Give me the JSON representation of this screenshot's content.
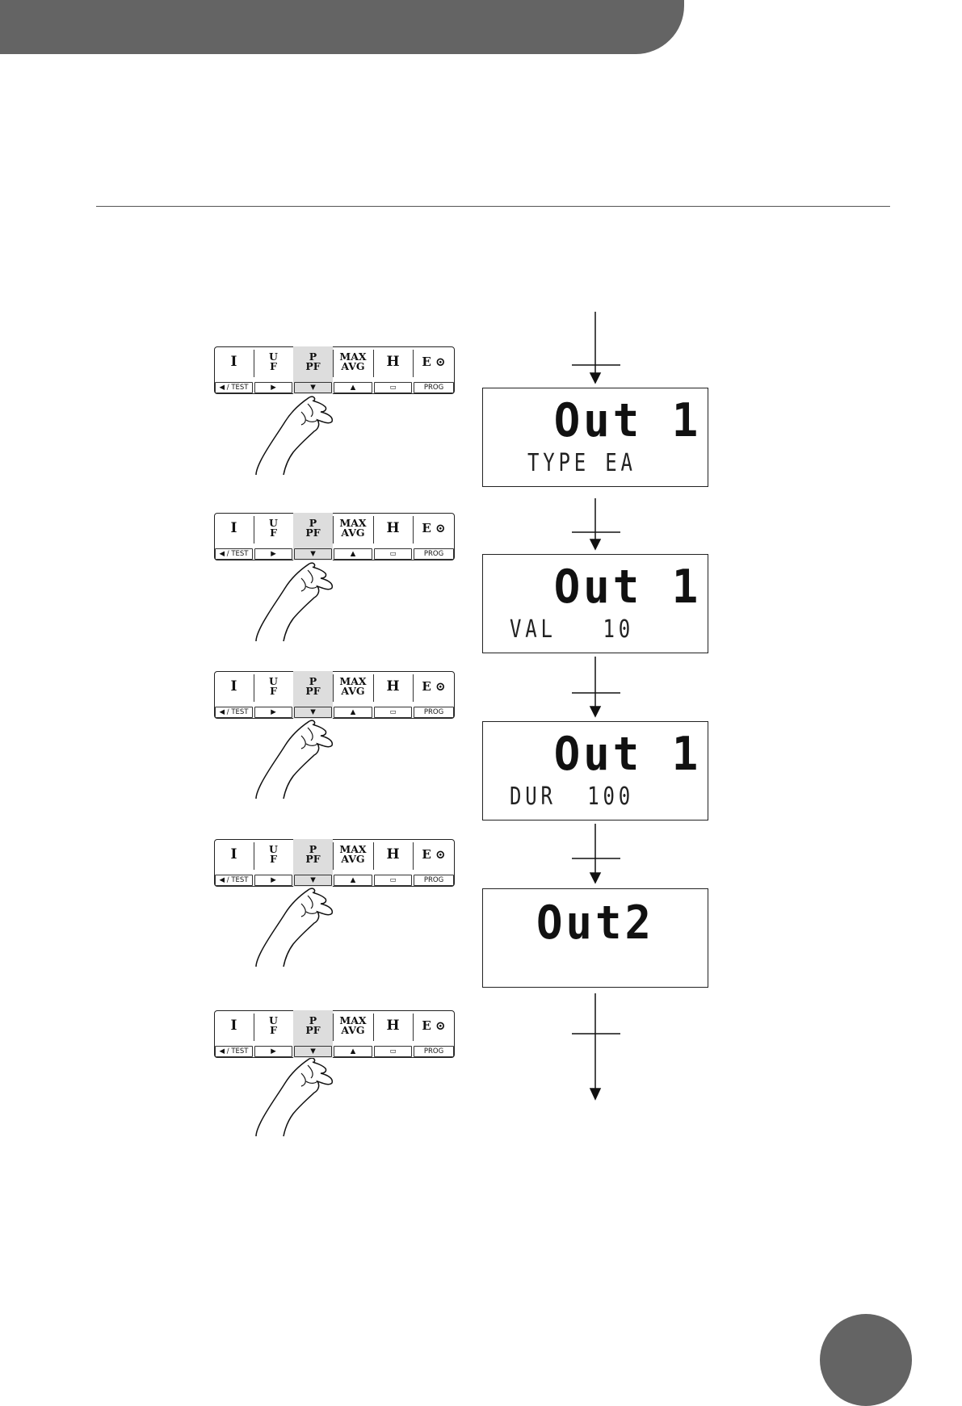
{
  "keypad": {
    "keys": [
      {
        "main": "I",
        "sub": "◀ / TEST"
      },
      {
        "main_top": "U",
        "main_bottom": "F",
        "sub": "▶"
      },
      {
        "main_top": "P",
        "main_bottom": "PF",
        "sub": "▼"
      },
      {
        "main_top": "MAX",
        "main_bottom": "AVG",
        "sub": "▲"
      },
      {
        "main": "H",
        "sub": "▭"
      },
      {
        "main": "E ⊙",
        "sub": "PROG"
      }
    ],
    "active_key": "P PF"
  },
  "displays": [
    {
      "big": "Out 1",
      "small": "TYPE EA"
    },
    {
      "big": "Out 1",
      "small": "VAL   10"
    },
    {
      "big": "Out 1",
      "small": "DUR  100"
    },
    {
      "big": "Out2",
      "small": ""
    }
  ],
  "colors": {
    "header": "#646464",
    "active_key": "#dddddd",
    "ink": "#111111"
  },
  "icons": {
    "hand": "pointing-hand-icon",
    "arrow": "down-arrow-icon"
  }
}
